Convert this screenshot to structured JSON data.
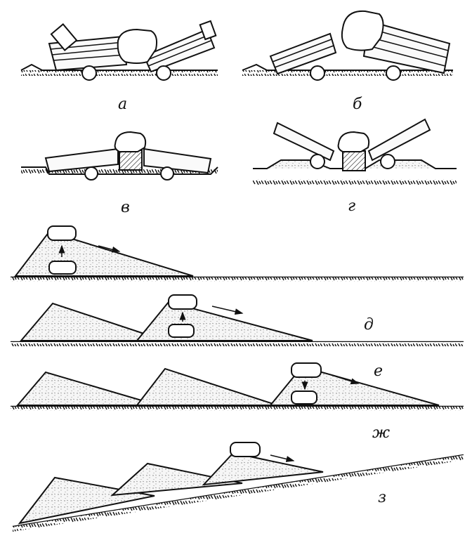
{
  "figure": {
    "panels": [
      {
        "id": "a",
        "label": "а"
      },
      {
        "id": "b",
        "label": "б"
      },
      {
        "id": "v",
        "label": "в"
      },
      {
        "id": "g",
        "label": "г"
      },
      {
        "id": "d",
        "label": "д"
      },
      {
        "id": "e",
        "label": "е"
      },
      {
        "id": "zh",
        "label": "ж"
      },
      {
        "id": "z",
        "label": "з"
      }
    ]
  },
  "colors": {
    "ink": "#111111",
    "fill": "#f4f4f4",
    "paper": "#ffffff"
  }
}
